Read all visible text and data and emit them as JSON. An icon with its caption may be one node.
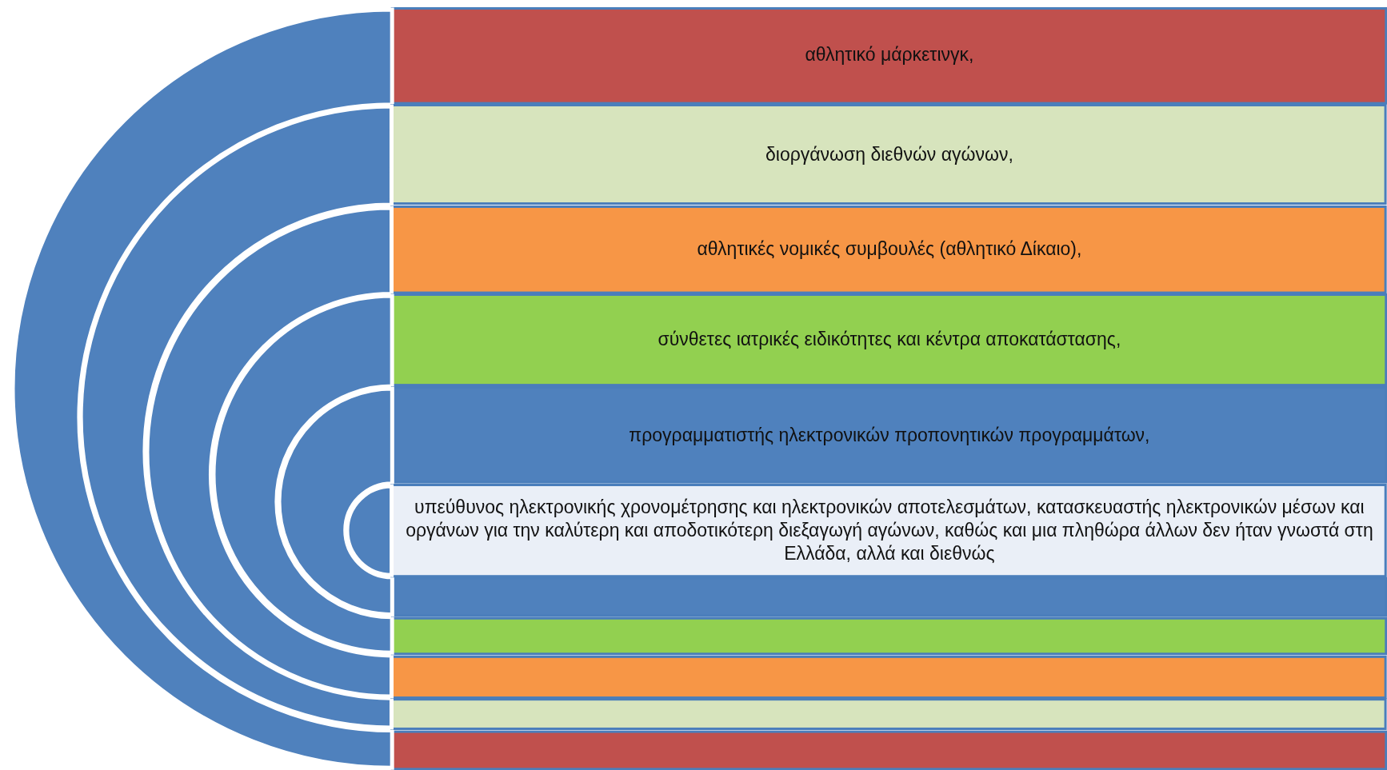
{
  "diagram": {
    "nodes": [
      {
        "text": [
          "αθλητικό μάρκετινγκ,"
        ]
      },
      {
        "text": [
          "διοργάνωση διεθνών αγώνων,"
        ],
        "in": 0
      },
      {
        "text": [
          "αθλητικές νομικές συμβουλές (αθλητικό Δίκαιο),"
        ],
        "in": 1
      },
      {
        "text": [
          "σύνθετες ιατρικές ειδικότητες και κέντρα αποκατάστασης,"
        ],
        "in": 2
      },
      {
        "text": [
          "προγραμματιστής ηλεκτρονικών προπονητικών προγραμμάτων,"
        ],
        "in": 3
      },
      {
        "text": [
          "υπεύθυνος ηλεκτρονικής χρονομέτρησης και ηλεκτρονικών αποτελεσμάτων, κατασκευαστής ηλεκτρονικών μέσων και οργάνων για την καλύτερη και αποδοτικότερη διεξαγωγή αγώνων, καθώς και μια πληθώρα άλλων δεν ήταν γνωστά στη Ελλάδα, αλλά και διεθνώς"
        ],
        "in": 4
      }
    ],
    "edges": []
  }
}
